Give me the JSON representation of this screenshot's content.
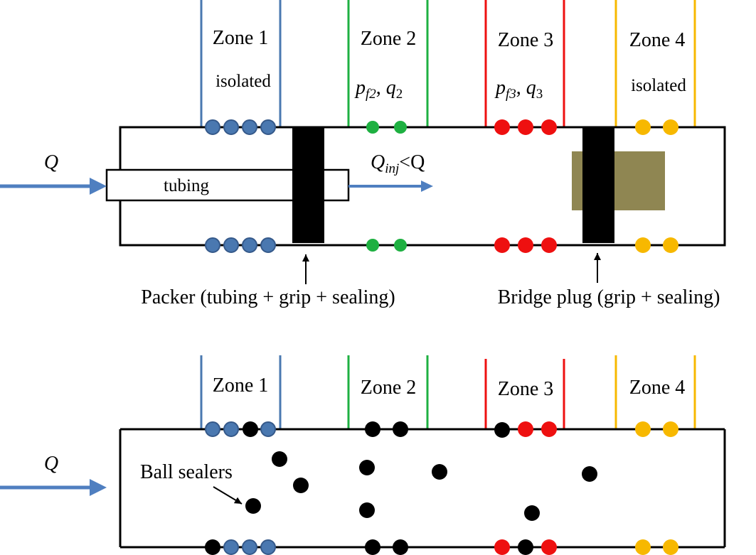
{
  "colors": {
    "zone1": "#4a78b0",
    "zone2": "#1eb041",
    "zone3": "#ee1010",
    "zone4": "#f7b800",
    "flow_arrow": "#4f7fc0",
    "packer": "#000000",
    "bridge_plug_body": "#8f8652",
    "ball_sealer": "#000000"
  },
  "top_diagram": {
    "zones": [
      {
        "name": "Zone 1",
        "status": "isolated"
      },
      {
        "name": "Zone 2",
        "pressure_symbol": "p",
        "pressure_subscript": "f2",
        "flow_symbol": "q",
        "flow_subscript": "2"
      },
      {
        "name": "Zone 3",
        "pressure_symbol": "p",
        "pressure_subscript": "f3",
        "flow_symbol": "q",
        "flow_subscript": "3"
      },
      {
        "name": "Zone 4",
        "status": "isolated"
      }
    ],
    "inflow_label": "Q",
    "tubing_label": "tubing",
    "injection": {
      "symbol": "Q",
      "subscript": "inj",
      "relation": "<Q"
    },
    "packer_label": "Packer (tubing + grip + sealing)",
    "bridge_plug_label": "Bridge plug (grip + sealing)"
  },
  "bottom_diagram": {
    "zones": [
      {
        "name": "Zone 1"
      },
      {
        "name": "Zone 2"
      },
      {
        "name": "Zone 3"
      },
      {
        "name": "Zone 4"
      }
    ],
    "inflow_label": "Q",
    "ball_sealers_label": "Ball sealers"
  }
}
